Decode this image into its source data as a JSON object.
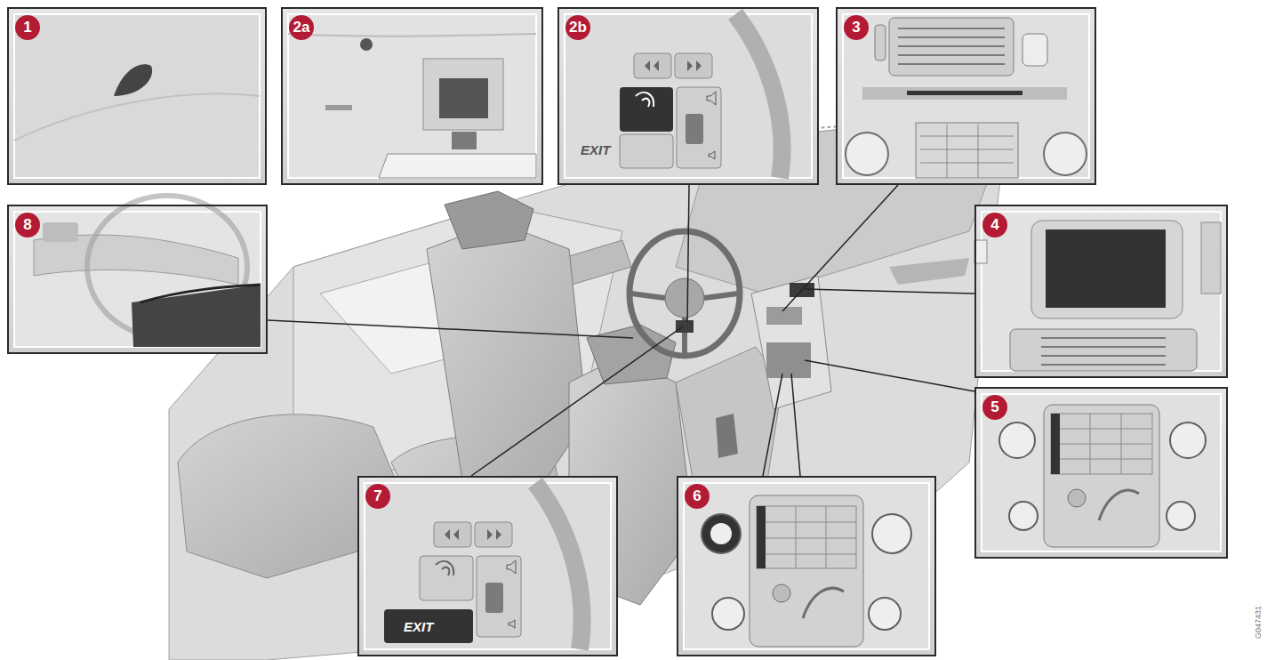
{
  "diagram": {
    "nodes": [
      {
        "text": [
          "1"
        ]
      },
      {
        "text": [
          "2a"
        ]
      },
      {
        "text": [
          "2b",
          "EXIT"
        ]
      },
      {
        "text": [
          "3"
        ]
      },
      {
        "text": [
          "8"
        ]
      },
      {
        "text": [
          "4"
        ]
      },
      {
        "text": [
          "5"
        ]
      },
      {
        "text": [
          "7",
          "EXIT"
        ]
      },
      {
        "text": [
          "6"
        ]
      }
    ],
    "labels": [
      "G047431"
    ]
  }
}
